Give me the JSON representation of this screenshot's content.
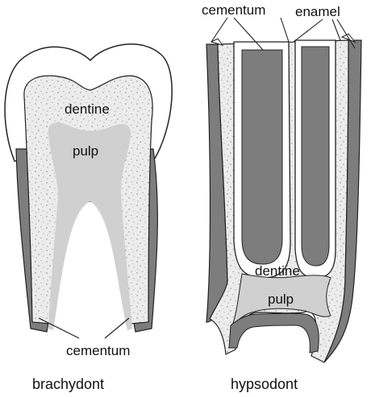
{
  "labels": {
    "brachydont_dentine": "dentine",
    "brachydont_pulp": "pulp",
    "brachydont_cementum": "cementum",
    "brachydont_caption": "brachydont",
    "hypsodont_cementum": "cementum",
    "hypsodont_enamel": "enamel",
    "hypsodont_dentine": "dentine",
    "hypsodont_pulp": "pulp",
    "hypsodont_caption": "hypsodont"
  },
  "colors": {
    "enamel": "#ffffff",
    "dentine": "#ececec",
    "pulp": "#d0d0d0",
    "cementum": "#7d7d7d",
    "outline": "#222222"
  }
}
